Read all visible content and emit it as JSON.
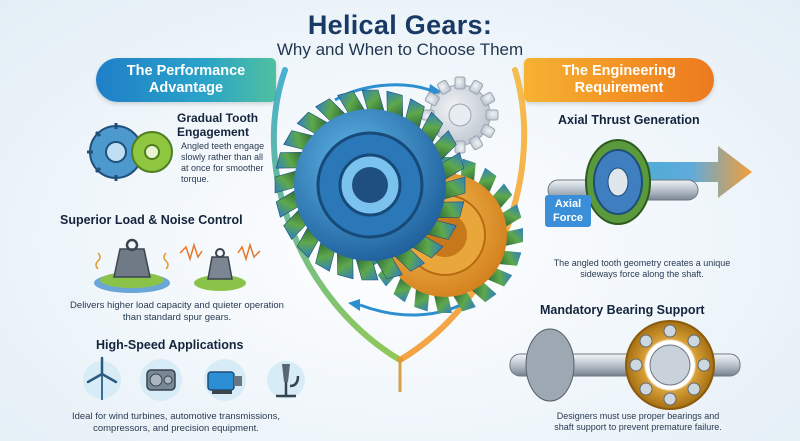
{
  "title": "Helical Gears:",
  "subtitle": "Why and When to Choose Them",
  "left": {
    "pill_label": "The Performance Advantage",
    "engagement": {
      "heading": "Gradual Tooth Engagement",
      "body": "Angled teeth engage slowly rather than all at once for smoother torque."
    },
    "load_noise": {
      "heading": "Superior Load & Noise Control",
      "body": "Delivers higher load capacity and quieter operation than standard spur gears."
    },
    "high_speed": {
      "heading": "High-Speed Applications",
      "body": "Ideal for wind turbines, automotive transmissions, compressors, and precision equipment."
    }
  },
  "right": {
    "pill_label": "The Engineering Requirement",
    "axial": {
      "heading": "Axial Thrust Generation",
      "force_label": "Axial Force",
      "body": "The angled tooth geometry creates a unique sideways force along the shaft."
    },
    "bearing": {
      "heading": "Mandatory Bearing Support",
      "body": "Designers must use proper bearings and shaft support to prevent premature failure."
    }
  },
  "icons": {
    "applications": [
      "wind-turbine-icon",
      "transmission-icon",
      "compressor-icon",
      "microscope-icon"
    ]
  },
  "colors": {
    "blue": "#1f7fc8",
    "teal": "#2aa3c9",
    "green": "#7fbf3a",
    "orange": "#f39425",
    "navy": "#1a3a66"
  }
}
